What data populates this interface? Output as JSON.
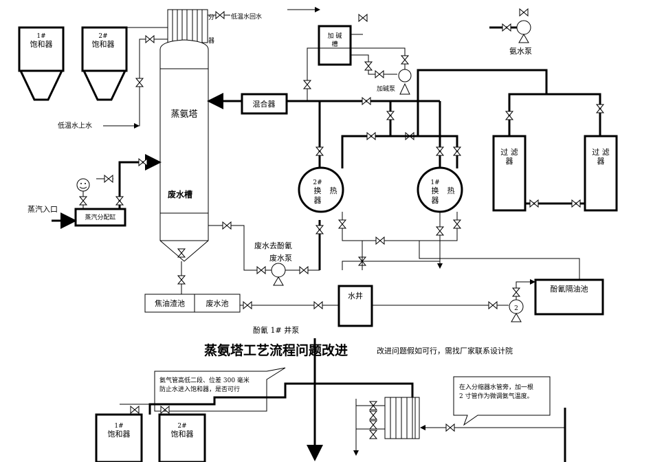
{
  "labels": {
    "sat1": [
      "1#",
      "饱和器"
    ],
    "sat2": [
      "2#",
      "饱和器"
    ],
    "low_temp_return": "低温水回水",
    "low_temp_supply": "低温水上水",
    "condenser_char": "器",
    "alkali_tank": [
      "加 碱",
      "槽"
    ],
    "alkali_pump": "加碱泵",
    "ammonia_pump": "氨水泵",
    "mixer": "混合器",
    "tower": "蒸氨塔",
    "wastewater_tank": "废水槽",
    "steam_inlet": "蒸汽入口",
    "steam_manifold": "蒸汽分配缸",
    "hx2": [
      "2#",
      "换",
      "热",
      "器"
    ],
    "hx1": [
      "1#",
      "换",
      "热",
      "器"
    ],
    "filter_left": [
      "过 滤",
      "器"
    ],
    "filter_right": [
      "过 滤",
      "器"
    ],
    "wastewater_dephenol": "废水去酚氰",
    "wastewater_pump": "废水泵",
    "tar_pool": "焦油渣池",
    "wastewater_pool": "废水池",
    "water_well": "水井",
    "phenol_sep_pool": "酚氰隔油池",
    "pump2_number": "2",
    "phenol_well_pump": "酚氰 1# 井泵"
  },
  "title": "蒸氨塔工艺流程问题改进",
  "subtitle_note": "改进问题假如可行，需找厂家联系设计院",
  "callout_left": [
    "氨气管高低二段、位差 300 毫米",
    "防止水进入饱和器，是否可行"
  ],
  "callout_right": [
    "在入分缩器水管旁，加一根",
    "2 寸管作为微调氨气温度。"
  ],
  "bottom_sat1": [
    "1#",
    "饱和器"
  ],
  "bottom_sat2": [
    "2#",
    "饱和器"
  ]
}
